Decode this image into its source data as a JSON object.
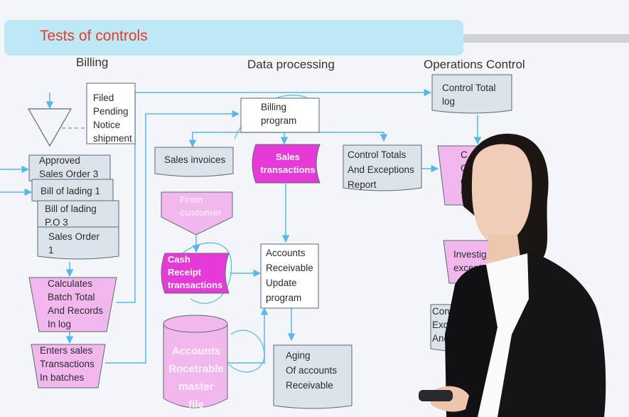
{
  "slide": {
    "title": "Tests of controls",
    "columns": {
      "billing": "Billing",
      "data_processing": "Data processing",
      "operations": "Operations Control"
    }
  },
  "billing": {
    "filed": "Filed\nPending\nNotice\nshipment",
    "approved": "Approved\nSales Order 3",
    "bol1": "Bill of lading 1",
    "bol_po": "Bill of lading\n      P.O      3",
    "sales_order": "Sales Order\n          1",
    "calculates": "Calculates\nBatch Total\nAnd Records\nIn log",
    "enters": "Enters sales\nTransactions\nIn batches"
  },
  "processing": {
    "billing_program": "Billing\nprogram",
    "sales_invoices": "Sales invoices",
    "sales_transactions": "Sales\ntransactions",
    "from_customer": "From\ncustomer",
    "cash_receipt": "Cash\nReceipt\ntransactions",
    "ar_master": "Accounts\nRocetrable\nmaster\nfile",
    "ar_update": "Accounts\nReceivable\nUpdate\nprogram",
    "control_totals": "Control Totals\nAnd Exceptions\nReport",
    "aging": "Aging\nOf accounts\nReceivable"
  },
  "operations": {
    "control_log": "Control Total\n     log",
    "partial_1": "C\nC\nO\nT",
    "investig": "Investig\nexcept",
    "partial_2": "Con\nExce\nAnd"
  },
  "colors": {
    "title": "#e23c2c",
    "band": "#bfe8f6",
    "magenta": "#e53ad8",
    "pink": "#f2b8ee",
    "line": "#54b8f0"
  },
  "icons": {
    "clicker": "presenter-remote-icon"
  }
}
